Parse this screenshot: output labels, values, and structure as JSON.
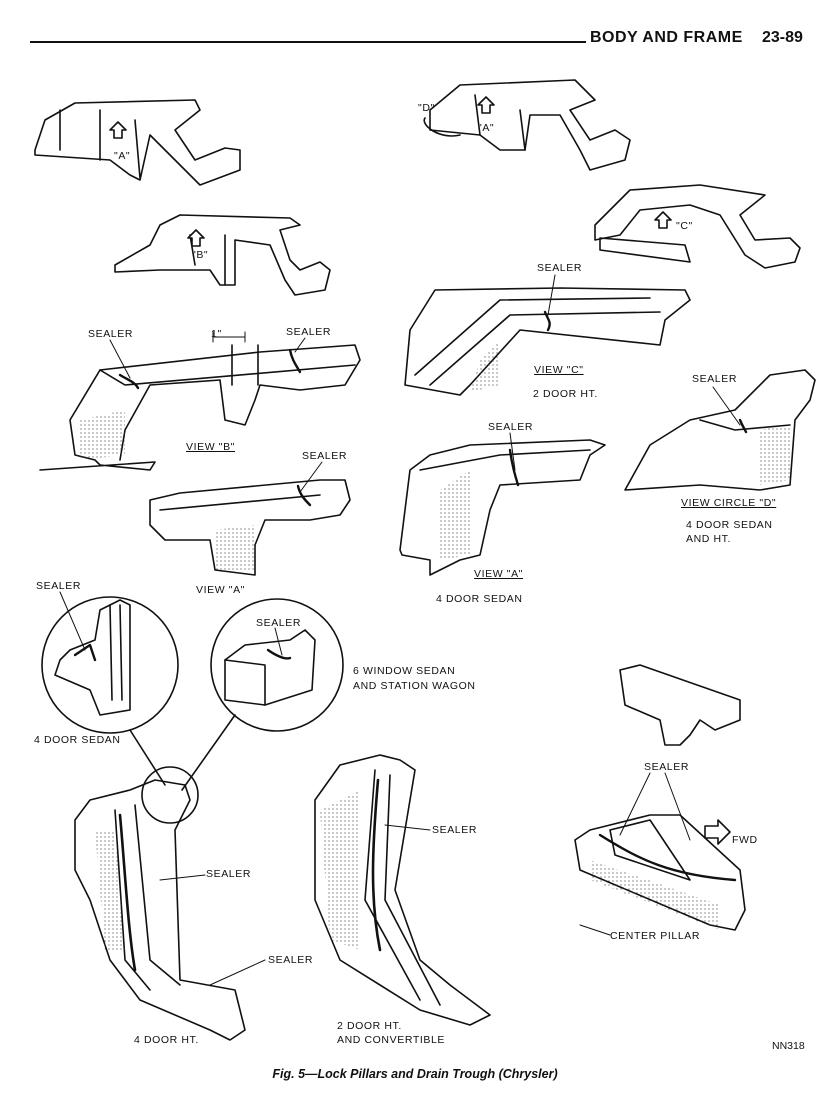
{
  "header": {
    "section_title": "BODY AND FRAME",
    "page_number": "23-89"
  },
  "labels": {
    "a1": "\"A\"",
    "a2": "\"A\"",
    "d": "\"D\"",
    "b": "\"B\"",
    "c": "\"C\"",
    "sealer": "SEALER",
    "one_inch": "1\"",
    "view_b": "VIEW \"B\"",
    "view_a": "VIEW \"A\"",
    "view_c": "VIEW \"C\"",
    "view_circle_d": "VIEW CIRCLE \"D\"",
    "two_door_ht": "2 DOOR HT.",
    "four_door_sedan": "4 DOOR SEDAN",
    "four_door_sedan_line1": "4 DOOR SEDAN",
    "and_ht": "AND HT.",
    "six_window_1": "6 WINDOW SEDAN",
    "six_window_2": "AND STATION WAGON",
    "four_door_ht": "4 DOOR HT.",
    "two_door_ht_line1": "2 DOOR HT.",
    "and_convertible": "AND CONVERTIBLE",
    "fwd": "FWD",
    "center_pillar": "CENTER PILLAR"
  },
  "figure": {
    "caption": "Fig. 5—Lock Pillars and Drain Trough (Chrysler)",
    "code": "NN318"
  }
}
